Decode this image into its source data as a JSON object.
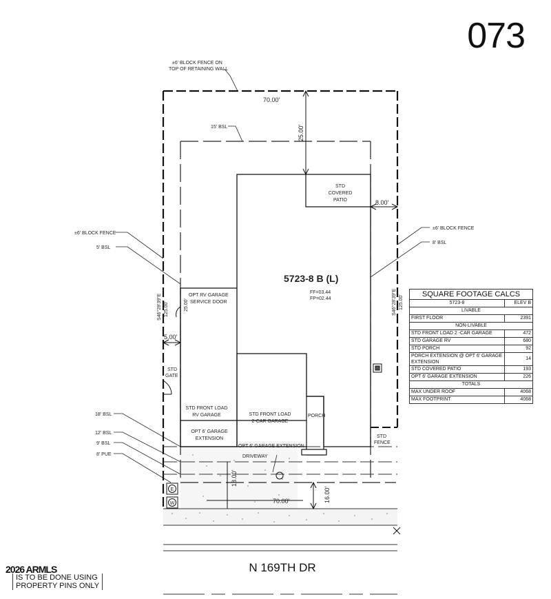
{
  "lot_number": "073",
  "street": "N 169TH DR",
  "note": {
    "head": "2026 ARMLS",
    "line1": "IS TO BE DONE USING",
    "line2": "PROPERTY PINS ONLY"
  },
  "labels": {
    "fence_top_1": "±6' BLOCK FENCE ON",
    "fence_top_2": "TOP OF RETAINING WALL",
    "width_top": "70.00'",
    "bsl_15": "15' BSL",
    "setback_25": "25.00'",
    "covered_patio_1": "STD",
    "covered_patio_2": "COVERED",
    "covered_patio_3": "PATIO",
    "setback_8": "8.00'",
    "block_fence_left": "±6' BLOCK FENCE",
    "bsl_5": "5' BSL",
    "block_fence_right": "±6' BLOCK FENCE",
    "bsl_8": "8' BSL",
    "plan_name": "5723-8 B (L)",
    "ff": "FF=03.44",
    "fp": "FP=02.44",
    "bearing_left": "S46°28'39\"E",
    "depth_left": "125.00'",
    "bearing_right": "S46°28'39\"E",
    "depth_right": "125.00'",
    "rv_door_1": "OPT RV GARAGE",
    "rv_door_2": "SERVICE DOOR",
    "setback_25b": "25.00'",
    "setback_5": "5.00'",
    "gate_1": "STD",
    "gate_2": "GATE",
    "rv_garage_1": "STD FRONT LOAD",
    "rv_garage_2": "RV GARAGE",
    "car_garage_1": "STD FRONT LOAD",
    "car_garage_2": "2-CAR GARAGE",
    "porch": "PORCH",
    "std_fence_1": "STD",
    "std_fence_2": "FENCE",
    "bsl_18": "18' BSL",
    "bsl_12": "12' BSL",
    "bsl_9": "9' BSL",
    "pue_8": "8' PUE",
    "opt_ext_1": "OPT 6' GARAGE",
    "opt_ext_2": "EXTENSION",
    "opt_ext_3": "OPT 6' GARAGE EXTENSION",
    "driveway": "DRIVEWAY",
    "dim_18": "18.00'",
    "dim_16": "16.00'",
    "width_bottom": "70.00'",
    "e_marker": "E",
    "w_marker": "W"
  },
  "sqft": {
    "title": "SQUARE FOOTAGE CALCS",
    "plan": "5723-8",
    "elev": "ELEV B",
    "livable": "LIVABLE",
    "non_livable": "NON-LIVABLE",
    "totals": "TOTALS",
    "rows_livable": [
      {
        "label": "FIRST FLOOR",
        "value": "2391"
      }
    ],
    "rows_non_livable": [
      {
        "label": "STD FRONT LOAD 2 -CAR GARAGE",
        "value": "472"
      },
      {
        "label": "STD GARAGE RV",
        "value": "680"
      },
      {
        "label": "STD PORCH",
        "value": "92"
      },
      {
        "label": "PORCH EXTENSION @ OPT 6' GARAGE EXTENSION",
        "value": "14"
      },
      {
        "label": "STD COVERED PATIO",
        "value": "193"
      },
      {
        "label": "OPT 6' GARAGE EXTENSION",
        "value": "226"
      }
    ],
    "rows_totals": [
      {
        "label": "MAX UNDER ROOF",
        "value": "4068"
      },
      {
        "label": "MAX FOOTPRINT",
        "value": "4068"
      }
    ]
  }
}
